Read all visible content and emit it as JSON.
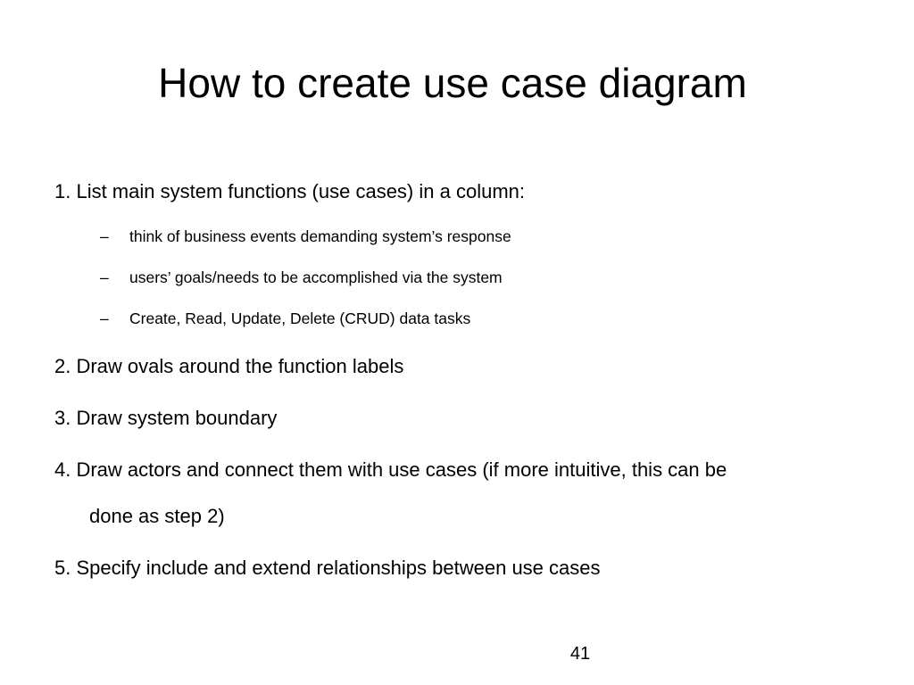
{
  "slide": {
    "title": "How to create use case diagram",
    "steps": [
      {
        "text": "1. List main system functions (use cases) in a  column:",
        "sub_items": [
          "think of business events demanding system’s response",
          "users’ goals/needs to be accomplished via the system",
          "Create, Read, Update, Delete (CRUD) data tasks"
        ]
      },
      {
        "text": "2. Draw ovals around the function labels"
      },
      {
        "text": "3. Draw system boundary"
      },
      {
        "text": "4. Draw actors and connect them with use cases (if more intuitive, this can be",
        "continuation": "done as step 2)"
      },
      {
        "text": "5. Specify include and extend relationships between use cases"
      }
    ],
    "bullet_glyph": "–",
    "page_number": "41"
  }
}
